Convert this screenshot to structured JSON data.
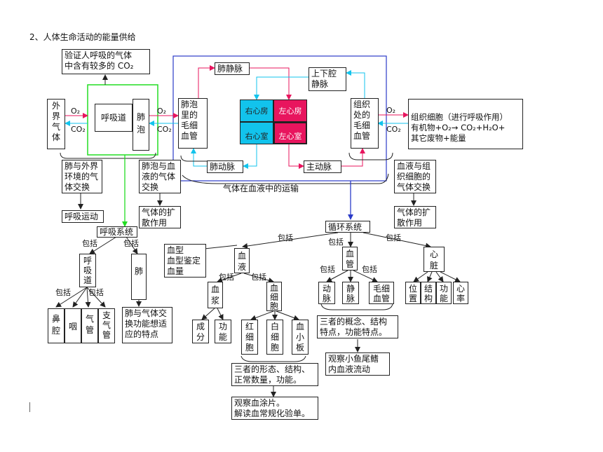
{
  "title": "2、人体生命活动的能量供给",
  "boxes": {
    "verify": "验证人呼吸的气体\n中含有较多的 CO₂",
    "outside_air": "外\n界\n气\n体",
    "airway": "呼吸道",
    "alveoli": "肺\n泡",
    "alveolar_cap": "肺泡\n里的\n毛细\n血管",
    "pulm_vein": "肺静脉",
    "vena_cava": "上下腔\n静脉",
    "tissue_cap": "组织\n处的\n毛细\n血管",
    "tissue_cells": "组织细胞（进行呼吸作用）\n有机物+O₂→ CO₂+H₂O+\n其它废物+能量",
    "pulm_artery": "肺动脉",
    "aorta": "主动脉",
    "exchange_env": "肺与外界\n环境的气\n体交换",
    "exchange_blood": "肺泡与血\n液的气体\n交换",
    "exchange_tissue": "血液与组\n织细胞的\n气体交换",
    "breathing_motion": "呼吸运动",
    "diffusion1": "气体的扩\n散作用",
    "diffusion2": "气体的扩\n散作用",
    "resp_system": "呼吸系统",
    "circ_system": "循环系统",
    "resp_tract": "呼\n吸\n道",
    "lung": "肺",
    "nose": "鼻\n腔",
    "pharynx": "咽",
    "trachea": "气\n管",
    "bronchi": "支\n气\n管",
    "lung_feature": "肺与气体交\n换功能想适\n应的特点",
    "blood_type": "血型\n血型鉴定\n血量",
    "blood": "血\n液",
    "plasma": "血\n浆",
    "cells": "血\n细\n胞",
    "component": "成\n分",
    "function": "功\n能",
    "rbc": "红\n细\n胞",
    "wbc": "白\n细\n胞",
    "platelet": "血\n小\n板",
    "cells_note": "三者的形态、结构、\n正常数量，功能。",
    "smear": "观察血涂片。\n解读血常规化验单。",
    "vessel": "血\n管",
    "artery": "动\n脉",
    "vein": "静\n脉",
    "capillary": "毛细\n血管",
    "vessel_note": "三者的概念、结构\n特点，功能特点。",
    "fish": "观察小鱼尾鳍\n内血液流动",
    "heart": "心\n脏",
    "position": "位\n置",
    "structure": "结\n构",
    "heart_function": "功\n能",
    "heart_rate": "心\n率"
  },
  "heart_chambers": {
    "right_atrium": "右心房",
    "left_atrium": "左心房",
    "right_ventricle": "右心室",
    "left_ventricle": "左心室"
  },
  "labels": {
    "o2": "O₂",
    "co2": "CO₂",
    "transport": "气体在血液中的运输",
    "include": "包括"
  },
  "colors": {
    "pink": "#e8155e",
    "cyan": "#12c3ec",
    "blue": "#2b3bc8",
    "green": "#22dd22"
  }
}
